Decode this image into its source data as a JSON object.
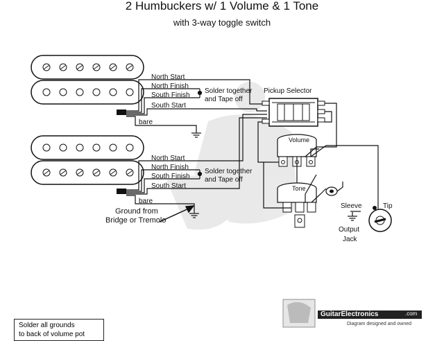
{
  "title": "2 Humbuckers w/ 1 Volume & 1 Tone",
  "subtitle": "with 3-way toggle switch",
  "neck_pickup_wires": [
    "North Start",
    "North Finish",
    "South Finish",
    "South Start",
    "bare"
  ],
  "bridge_pickup_wires": [
    "North Start",
    "North Finish",
    "South Finish",
    "South Start",
    "bare"
  ],
  "solder_note_line1": "Solder together",
  "solder_note_line2": "and Tape off",
  "pickup_selector_label": "Pickup Selector",
  "volume_label": "Volume",
  "tone_label": "Tone",
  "ground_label_line1": "Ground from",
  "ground_label_line2": "Bridge or Tremolo",
  "sleeve_label": "Sleeve",
  "tip_label": "Tip",
  "output_jack_line1": "Output",
  "output_jack_line2": "Jack",
  "bottom_note_line1": "Solder all grounds",
  "bottom_note_line2": "to back of volume pot",
  "logo_text": "GuitarElectronics",
  "logo_suffix": ".com",
  "logo_tagline": "Diagram designed and owned"
}
